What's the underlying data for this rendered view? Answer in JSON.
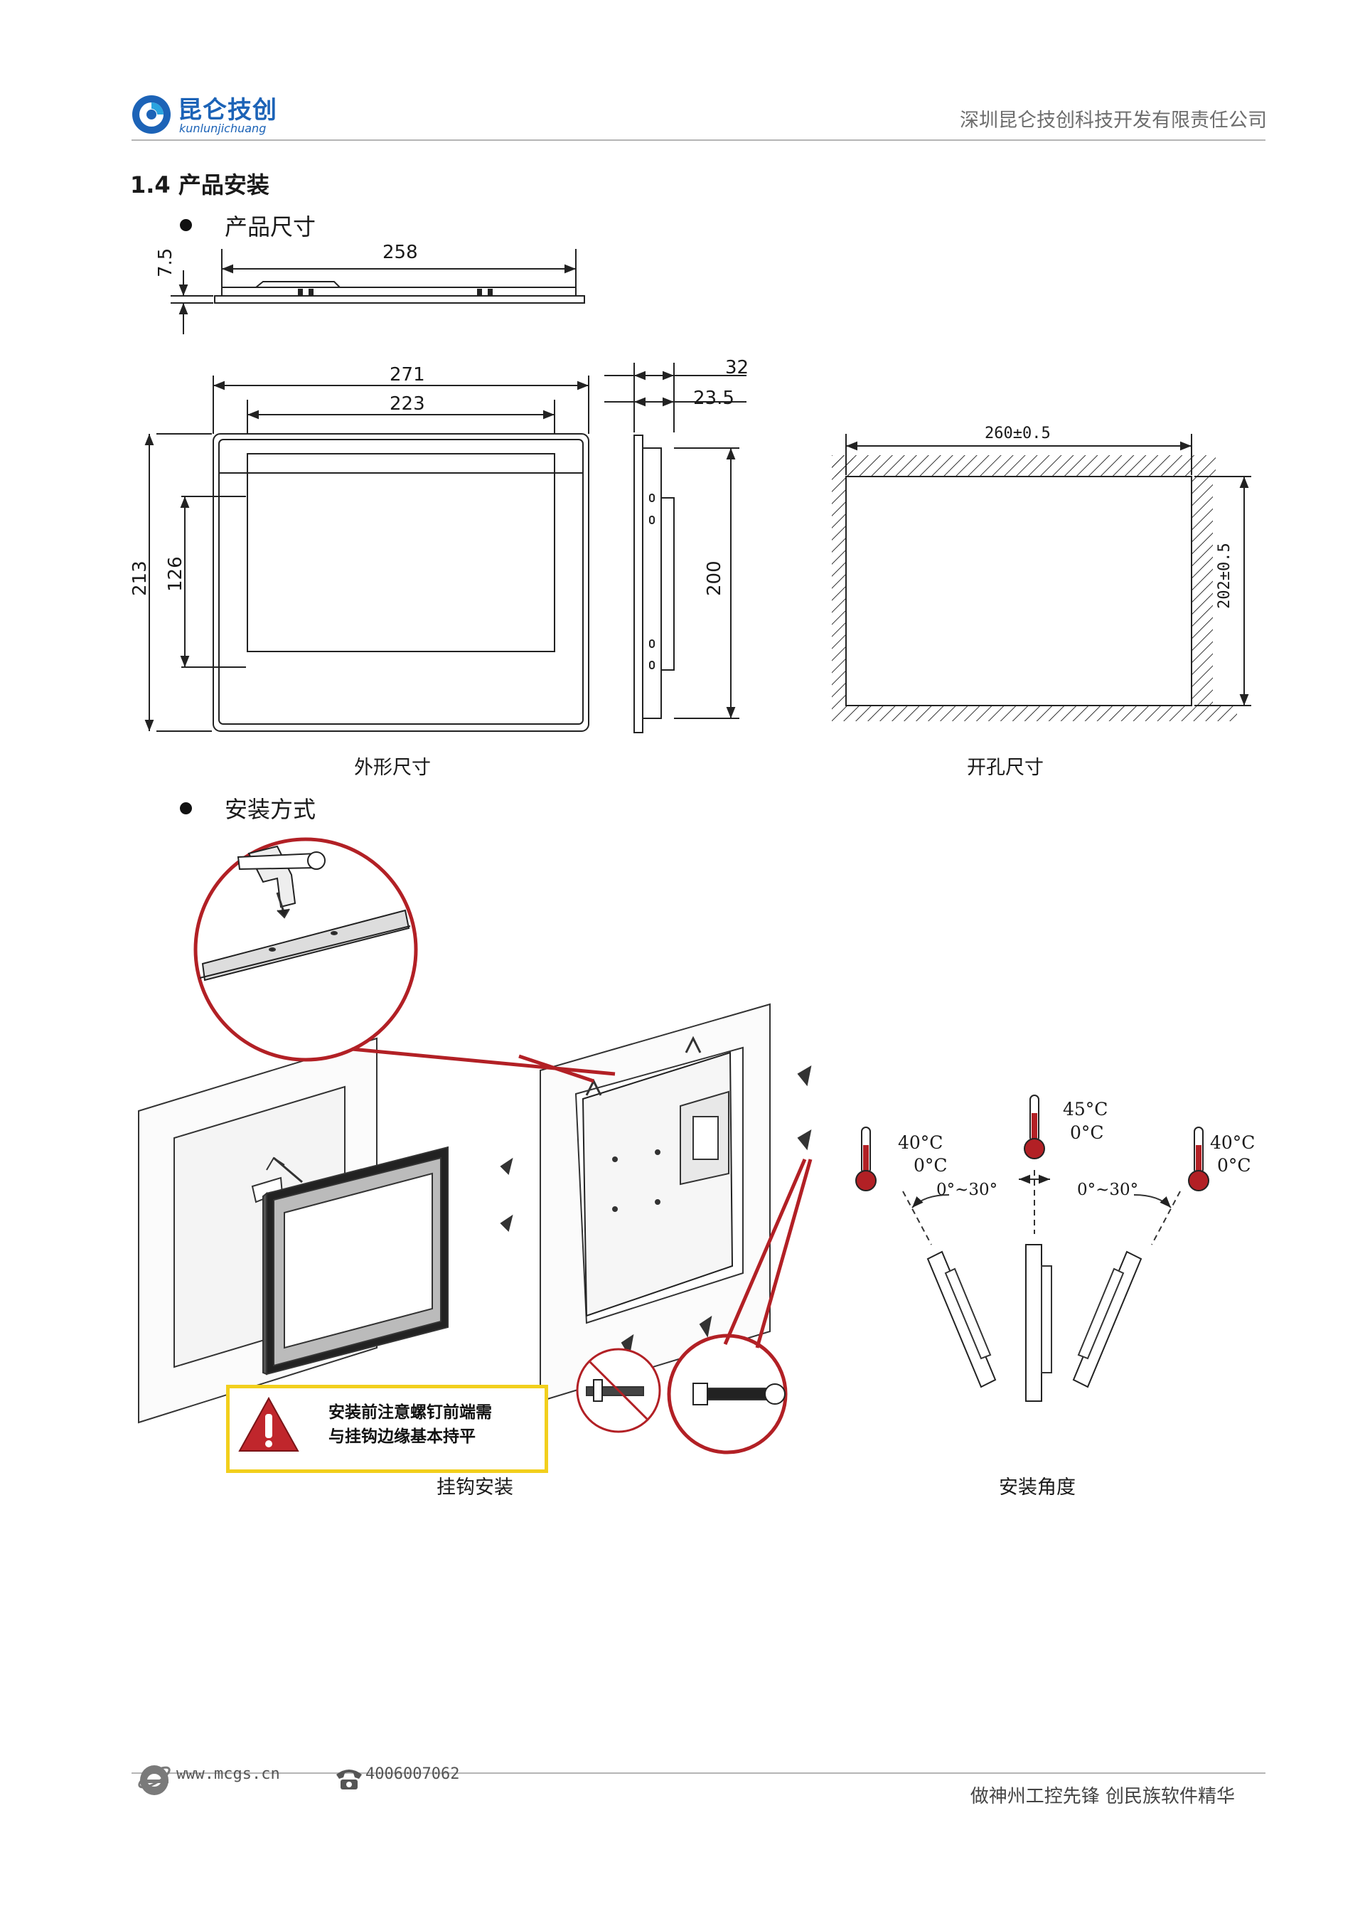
{
  "header": {
    "brand_cn": "昆仑技创",
    "brand_en": "kunlunjichuang",
    "company": "深圳昆仑技创科技开发有限责任公司"
  },
  "section": {
    "title": "1.4  产品安装",
    "bullets": [
      "产品尺寸",
      "安装方式"
    ]
  },
  "dimensions": {
    "top_view": {
      "width": "258",
      "depth": "7.5"
    },
    "front_view": {
      "outer_width": "271",
      "inner_width": "223",
      "outer_height": "213",
      "inner_height": "126"
    },
    "side_view": {
      "depth": "32",
      "panel_depth": "23.5",
      "height": "200"
    },
    "cutout": {
      "width": "260±0.5",
      "height": "202±0.5"
    }
  },
  "captions": {
    "outline": "外形尺寸",
    "cutout": "开孔尺寸",
    "hook": "挂钩安装",
    "angle": "安装角度"
  },
  "warning": {
    "line1": "安装前注意螺钉前端需",
    "line2": "与挂钩边缘基本持平"
  },
  "angle_diagram": {
    "left": {
      "max": "40°C",
      "min": "0°C",
      "range": "0°~30°"
    },
    "center": {
      "max": "45°C",
      "min": "0°C"
    },
    "right": {
      "max": "40°C",
      "min": "0°C",
      "range": "0°~30°"
    }
  },
  "footer": {
    "website": "www.mcgs.cn",
    "phone": "4006007062",
    "slogan": "做神州工控先锋 创民族软件精华"
  },
  "colors": {
    "brand": "#1c63b7",
    "warning_border": "#f2cf1c",
    "alert_red": "#c0262c",
    "callout_red": "#b22025"
  }
}
